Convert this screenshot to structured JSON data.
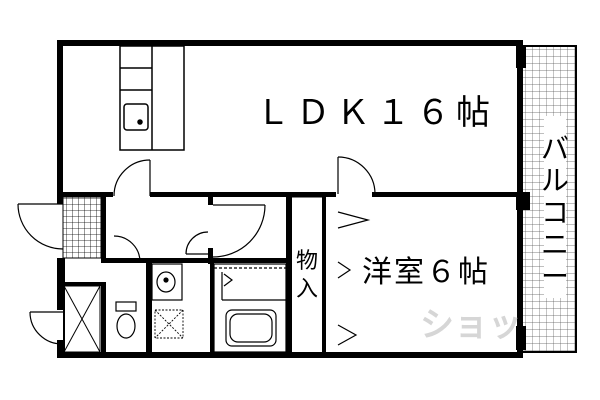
{
  "floor_plan": {
    "rooms": {
      "ldk": "ＬＤＫ１６帖",
      "western_room": "洋室６帖",
      "storage_line1": "物",
      "storage_line2": "入",
      "balcony": [
        "バ",
        "ル",
        "コ",
        "ニ",
        "ー"
      ]
    },
    "watermark": "ショッ"
  }
}
